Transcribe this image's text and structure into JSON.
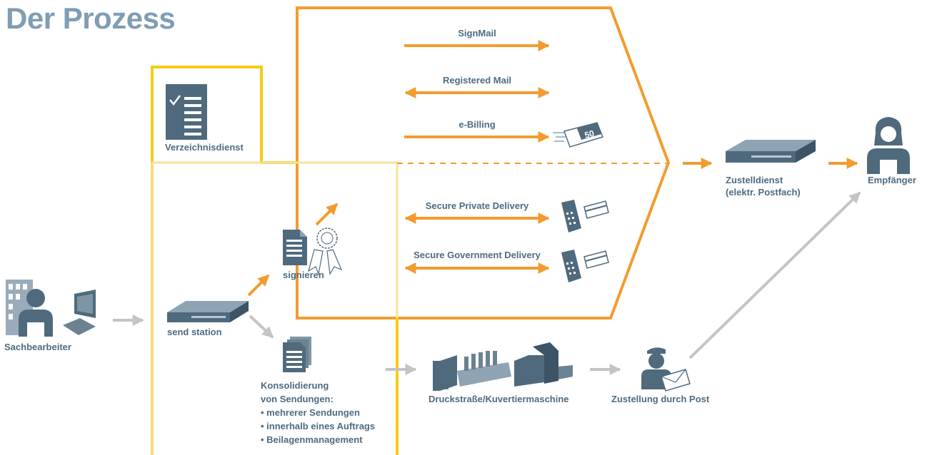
{
  "title": "Der Prozess",
  "colors": {
    "accent_orange": "#f39b2e",
    "frame_yellow": "#f5cd12",
    "frame_yellow_light": "#f8e09a",
    "icon_slate": "#4f6a7d",
    "text_slate": "#4e6b80",
    "arrow_gray": "#c4c4c4"
  },
  "actors": {
    "sachbearbeiter": "Sachbearbeiter",
    "verzeichnisdienst": "Verzeichnisdienst",
    "send_station": "send station",
    "signieren": "signieren",
    "zustelldienst_line1": "Zustelldienst",
    "zustelldienst_line2": "(elektr. Postfach)",
    "empfaenger": "Empfänger",
    "druckstrasse": "Druckstraße/Kuvertiermaschine",
    "zustellung_post": "Zustellung durch Post"
  },
  "channels": [
    {
      "label": "SignMail",
      "direction": "one-way"
    },
    {
      "label": "Registered Mail",
      "direction": "two-way"
    },
    {
      "label": "e-Billing",
      "direction": "one-way"
    },
    {
      "label": "Secure Private Delivery",
      "direction": "two-way"
    },
    {
      "label": "Secure Government Delivery",
      "direction": "two-way"
    }
  ],
  "konsolidierung": {
    "heading_line1": "Konsolidierung",
    "heading_line2": "von Sendungen:",
    "bullets": [
      "• mehrerer Sendungen",
      "• innerhalb eines Auftrags",
      "• Beilagenmanagement"
    ]
  },
  "icons": {
    "person": "person-icon",
    "building": "building-icon",
    "computer": "computer-icon",
    "directory": "directory-list-icon",
    "server": "server-icon",
    "document": "document-icon",
    "seal": "certificate-seal-icon",
    "invoice": "invoice-50-icon",
    "card_reader": "card-reader-icon",
    "smart_card": "smart-card-icon",
    "printing_machine": "printing-machine-icon",
    "postman": "postman-icon",
    "female_recipient": "recipient-icon"
  },
  "invoice_amount": "50"
}
